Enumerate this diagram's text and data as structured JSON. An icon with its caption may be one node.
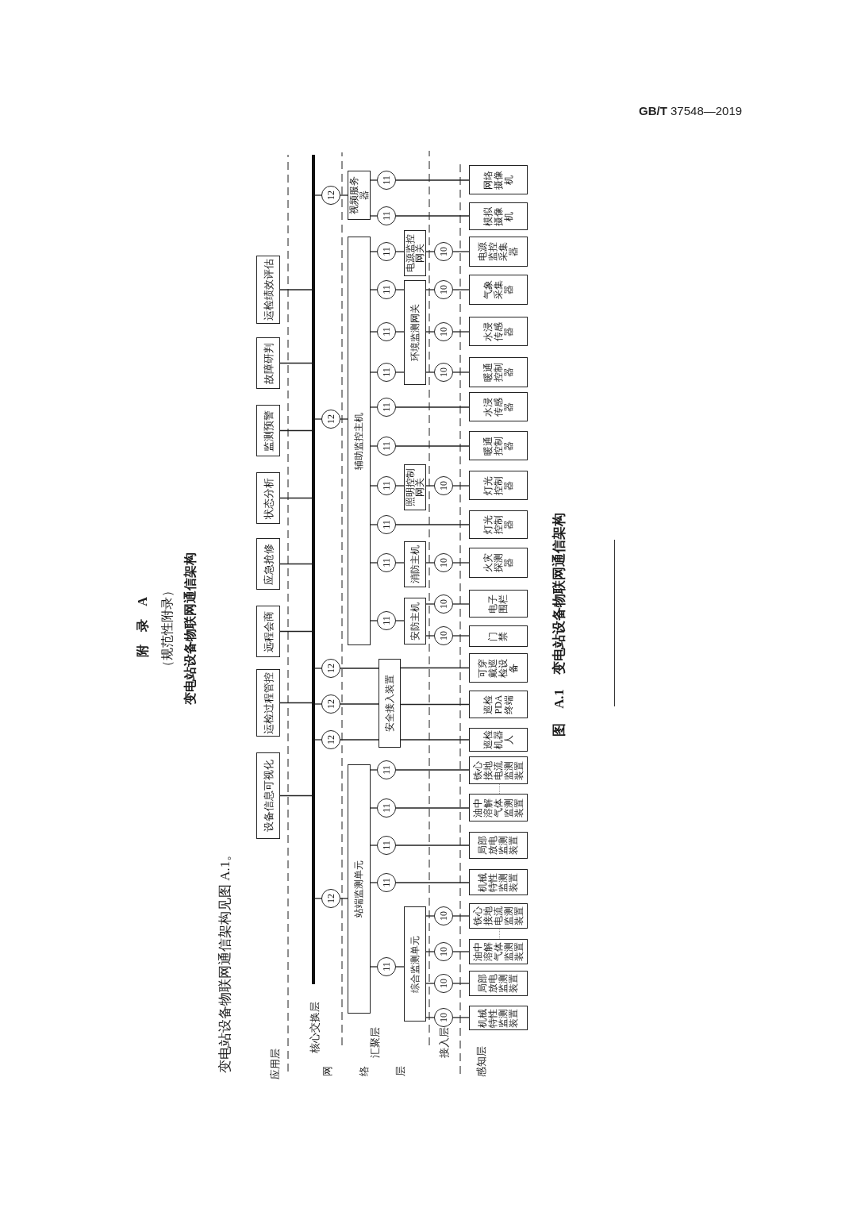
{
  "diagram": {
    "title": "变电站设备物联网通信架构",
    "caption": "图 A.1 变电站设备物联网通信架构",
    "nodes": [
      {
        "text": [
          "设备信息可视化"
        ]
      },
      {
        "text": [
          "运检过程管控"
        ]
      },
      {
        "text": [
          "远程会商"
        ]
      },
      {
        "text": [
          "应急抢修"
        ]
      },
      {
        "text": [
          "状态分析"
        ]
      },
      {
        "text": [
          "监测预警"
        ]
      },
      {
        "text": [
          "故障研判"
        ]
      },
      {
        "text": [
          "运检绩效评估"
        ]
      },
      {
        "text": [],
        "shape": "bar"
      },
      {
        "text": [
          "12"
        ]
      },
      {
        "text": [
          "12"
        ]
      },
      {
        "text": [
          "12"
        ]
      },
      {
        "text": [
          "12"
        ]
      },
      {
        "text": [
          "12"
        ]
      },
      {
        "text": [
          "12"
        ]
      },
      {
        "text": [
          "站端监测单元"
        ]
      },
      {
        "text": [
          "安全接入装置"
        ]
      },
      {
        "text": [
          "辅助监控主机"
        ]
      },
      {
        "text": [
          "视频服务器"
        ]
      },
      {
        "text": [
          "11"
        ]
      },
      {
        "text": [
          "11"
        ]
      },
      {
        "text": [
          "11"
        ]
      },
      {
        "text": [
          "11"
        ]
      },
      {
        "text": [
          "11"
        ]
      },
      {
        "text": [
          "11"
        ]
      },
      {
        "text": [
          "11"
        ]
      },
      {
        "text": [
          "11"
        ]
      },
      {
        "text": [
          "11"
        ]
      },
      {
        "text": [
          "11"
        ]
      },
      {
        "text": [
          "11"
        ]
      },
      {
        "text": [
          "11"
        ]
      },
      {
        "text": [
          "11"
        ]
      },
      {
        "text": [
          "11"
        ]
      },
      {
        "text": [
          "11"
        ]
      },
      {
        "text": [
          "11"
        ]
      },
      {
        "text": [
          "11"
        ]
      },
      {
        "text": [
          "综合监测单元"
        ]
      },
      {
        "text": [
          "安防主机"
        ]
      },
      {
        "text": [
          "消防主机"
        ]
      },
      {
        "text": [
          "照明控制网关"
        ]
      },
      {
        "text": [
          "环境监测网关"
        ]
      },
      {
        "text": [
          "电源监控网关"
        ]
      },
      {
        "text": [
          "10"
        ]
      },
      {
        "text": [
          "10"
        ]
      },
      {
        "text": [
          "10"
        ]
      },
      {
        "text": [
          "10"
        ]
      },
      {
        "text": [
          "10"
        ]
      },
      {
        "text": [
          "10"
        ]
      },
      {
        "text": [
          "10"
        ]
      },
      {
        "text": [
          "10"
        ]
      },
      {
        "text": [
          "10"
        ]
      },
      {
        "text": [
          "10"
        ]
      },
      {
        "text": [
          "10"
        ]
      },
      {
        "text": [
          "10"
        ]
      },
      {
        "text": [
          "机械特性监测装置"
        ]
      },
      {
        "text": [
          "局部放电监测装置"
        ]
      },
      {
        "text": [
          "油中溶解气体监测装置"
        ]
      },
      {
        "text": [
          "铁心接地电流监测装置"
        ]
      },
      {
        "text": [
          "机械特性监测装置"
        ]
      },
      {
        "text": [
          "局部放电监测装置"
        ]
      },
      {
        "text": [
          "油中溶解气体监测装置"
        ]
      },
      {
        "text": [
          "铁心接地电流监测装置"
        ]
      },
      {
        "text": [
          "巡检机器人"
        ]
      },
      {
        "text": [
          "巡检PDA终端"
        ]
      },
      {
        "text": [
          "可穿戴巡检设备"
        ]
      },
      {
        "text": [
          "门禁"
        ]
      },
      {
        "text": [
          "电子围栏"
        ]
      },
      {
        "text": [
          "火灾探测器"
        ]
      },
      {
        "text": [
          "灯光控制器"
        ]
      },
      {
        "text": [
          "灯光控制器"
        ]
      },
      {
        "text": [
          "暖通控制器"
        ]
      },
      {
        "text": [
          "水浸传感器"
        ]
      },
      {
        "text": [
          "暖通控制器"
        ]
      },
      {
        "text": [
          "水浸传感器"
        ]
      },
      {
        "text": [
          "气象采集器"
        ]
      },
      {
        "text": [
          "电源监控采集器"
        ]
      },
      {
        "text": [
          "模拟摄像机"
        ]
      },
      {
        "text": [
          "网络摄像机"
        ]
      }
    ],
    "edges": [
      {
        "from": 0,
        "to": 8,
        "arrow": "none"
      },
      {
        "from": 1,
        "to": 8,
        "arrow": "none"
      },
      {
        "from": 2,
        "to": 8,
        "arrow": "none"
      },
      {
        "from": 3,
        "to": 8,
        "arrow": "none"
      },
      {
        "from": 4,
        "to": 8,
        "arrow": "none"
      },
      {
        "from": 5,
        "to": 8,
        "arrow": "none"
      },
      {
        "from": 6,
        "to": 8,
        "arrow": "none"
      },
      {
        "from": 7,
        "to": 8,
        "arrow": "none"
      },
      {
        "from": 8,
        "to": 9,
        "arrow": "none"
      },
      {
        "from": 8,
        "to": 10,
        "arrow": "none"
      },
      {
        "from": 8,
        "to": 11,
        "arrow": "none"
      },
      {
        "from": 8,
        "to": 12,
        "arrow": "none"
      },
      {
        "from": 8,
        "to": 13,
        "arrow": "none"
      },
      {
        "from": 8,
        "to": 14,
        "arrow": "none"
      },
      {
        "from": 9,
        "to": 15,
        "arrow": "none"
      },
      {
        "from": 10,
        "to": 16,
        "arrow": "none"
      },
      {
        "from": 11,
        "to": 16,
        "arrow": "none"
      },
      {
        "from": 12,
        "to": 16,
        "arrow": "none"
      },
      {
        "from": 13,
        "to": 17,
        "arrow": "none"
      },
      {
        "from": 14,
        "to": 18,
        "arrow": "none"
      },
      {
        "from": 16,
        "to": 62,
        "arrow": "none"
      },
      {
        "from": 16,
        "to": 63,
        "arrow": "none"
      },
      {
        "from": 16,
        "to": 64,
        "arrow": "none"
      },
      {
        "from": 15,
        "to": 19,
        "arrow": "none"
      },
      {
        "from": 15,
        "to": 20,
        "arrow": "none"
      },
      {
        "from": 15,
        "to": 21,
        "arrow": "none"
      },
      {
        "from": 15,
        "to": 22,
        "arrow": "none"
      },
      {
        "from": 15,
        "to": 23,
        "arrow": "none"
      },
      {
        "from": 17,
        "to": 24,
        "arrow": "none"
      },
      {
        "from": 17,
        "to": 25,
        "arrow": "none"
      },
      {
        "from": 17,
        "to": 26,
        "arrow": "none"
      },
      {
        "from": 17,
        "to": 27,
        "arrow": "none"
      },
      {
        "from": 17,
        "to": 28,
        "arrow": "none"
      },
      {
        "from": 17,
        "to": 29,
        "arrow": "none"
      },
      {
        "from": 17,
        "to": 30,
        "arrow": "none"
      },
      {
        "from": 17,
        "to": 31,
        "arrow": "none"
      },
      {
        "from": 17,
        "to": 32,
        "arrow": "none"
      },
      {
        "from": 17,
        "to": 33,
        "arrow": "none"
      },
      {
        "from": 18,
        "to": 34,
        "arrow": "none"
      },
      {
        "from": 18,
        "to": 35,
        "arrow": "none"
      },
      {
        "from": 19,
        "to": 36,
        "arrow": "none"
      },
      {
        "from": 20,
        "to": 58,
        "arrow": "none"
      },
      {
        "from": 21,
        "to": 59,
        "arrow": "none"
      },
      {
        "from": 22,
        "to": 60,
        "arrow": "none"
      },
      {
        "from": 23,
        "to": 61,
        "arrow": "none"
      },
      {
        "from": 24,
        "to": 37,
        "arrow": "none"
      },
      {
        "from": 25,
        "to": 38,
        "arrow": "none"
      },
      {
        "from": 26,
        "to": 68,
        "arrow": "none"
      },
      {
        "from": 27,
        "to": 39,
        "arrow": "none"
      },
      {
        "from": 28,
        "to": 70,
        "arrow": "none"
      },
      {
        "from": 29,
        "to": 71,
        "arrow": "none"
      },
      {
        "from": 30,
        "to": 40,
        "arrow": "none"
      },
      {
        "from": 31,
        "to": 40,
        "arrow": "none"
      },
      {
        "from": 32,
        "to": 40,
        "arrow": "none"
      },
      {
        "from": 33,
        "to": 41,
        "arrow": "none"
      },
      {
        "from": 34,
        "to": 76,
        "arrow": "none"
      },
      {
        "from": 35,
        "to": 77,
        "arrow": "none"
      },
      {
        "from": 36,
        "to": 42,
        "arrow": "none"
      },
      {
        "from": 36,
        "to": 43,
        "arrow": "none"
      },
      {
        "from": 36,
        "to": 44,
        "arrow": "none"
      },
      {
        "from": 36,
        "to": 45,
        "arrow": "none"
      },
      {
        "from": 37,
        "to": 46,
        "arrow": "none"
      },
      {
        "from": 37,
        "to": 47,
        "arrow": "none"
      },
      {
        "from": 38,
        "to": 48,
        "arrow": "none"
      },
      {
        "from": 39,
        "to": 49,
        "arrow": "none"
      },
      {
        "from": 40,
        "to": 50,
        "arrow": "none"
      },
      {
        "from": 40,
        "to": 51,
        "arrow": "none"
      },
      {
        "from": 40,
        "to": 52,
        "arrow": "none"
      },
      {
        "from": 41,
        "to": 53,
        "arrow": "none"
      },
      {
        "from": 42,
        "to": 54,
        "arrow": "none"
      },
      {
        "from": 43,
        "to": 55,
        "arrow": "none"
      },
      {
        "from": 44,
        "to": 56,
        "arrow": "none"
      },
      {
        "from": 45,
        "to": 57,
        "arrow": "none"
      },
      {
        "from": 46,
        "to": 65,
        "arrow": "none"
      },
      {
        "from": 47,
        "to": 66,
        "arrow": "none"
      },
      {
        "from": 48,
        "to": 67,
        "arrow": "none"
      },
      {
        "from": 49,
        "to": 69,
        "arrow": "none"
      },
      {
        "from": 50,
        "to": 72,
        "arrow": "none"
      },
      {
        "from": 51,
        "to": 73,
        "arrow": "none"
      },
      {
        "from": 52,
        "to": 74,
        "arrow": "none"
      },
      {
        "from": 53,
        "to": 75,
        "arrow": "none"
      }
    ],
    "labels": [
      "**GB/T** 37548—2019",
      "附 录 A",
      "（规范性附录）",
      "变电站设备物联网通信架构见图 A.1。",
      "应用层",
      "核心交换层",
      "网络层",
      "汇聚层",
      "接入层",
      "感知层",
      "……",
      "……"
    ]
  }
}
